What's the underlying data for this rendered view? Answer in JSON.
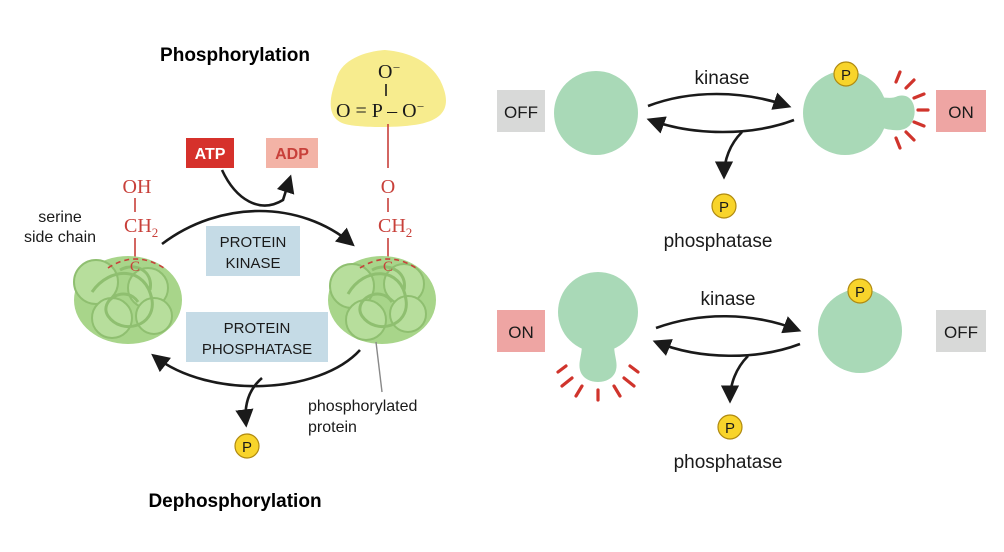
{
  "left_panel": {
    "phosphorylation_title": "Phosphorylation",
    "dephosphorylation_title": "Dephosphorylation",
    "atp": "ATP",
    "adp": "ADP",
    "serine_line1": "serine",
    "serine_line2": "side chain",
    "kinase_line1": "PROTEIN",
    "kinase_line2": "KINASE",
    "phosphatase_line1": "PROTEIN",
    "phosphatase_line2": "PHOSPHATASE",
    "phosphorylated_line1": "phosphorylated",
    "phosphorylated_line2": "protein",
    "oh": "OH",
    "ch2": "CH",
    "ch2_sub": "2",
    "c_atom": "C",
    "o_atom": "O",
    "phosphate_top": "O",
    "phosphate_mid": "O = P – O",
    "phosphate_charge": "–",
    "p_symbol": "P"
  },
  "right_top": {
    "off": "OFF",
    "on": "ON",
    "kinase": "kinase",
    "phosphatase": "phosphatase",
    "p_symbol": "P"
  },
  "right_bottom": {
    "off": "OFF",
    "on": "ON",
    "kinase": "kinase",
    "phosphatase": "phosphatase",
    "p_symbol": "P"
  },
  "colors": {
    "protein_green": "#a8d58a",
    "switch_green": "#a9d9b7",
    "atp_red": "#d6312b",
    "adp_pink": "#f3b3a6",
    "enzyme_blue": "#c5dbe6",
    "phosphate_yellow": "#f7ec8e",
    "p_badge": "#f8d42b",
    "on_pink": "#eea5a3",
    "off_gray": "#d8d9d8",
    "chem_red": "#c8403a",
    "spark_red": "#d0342c"
  }
}
